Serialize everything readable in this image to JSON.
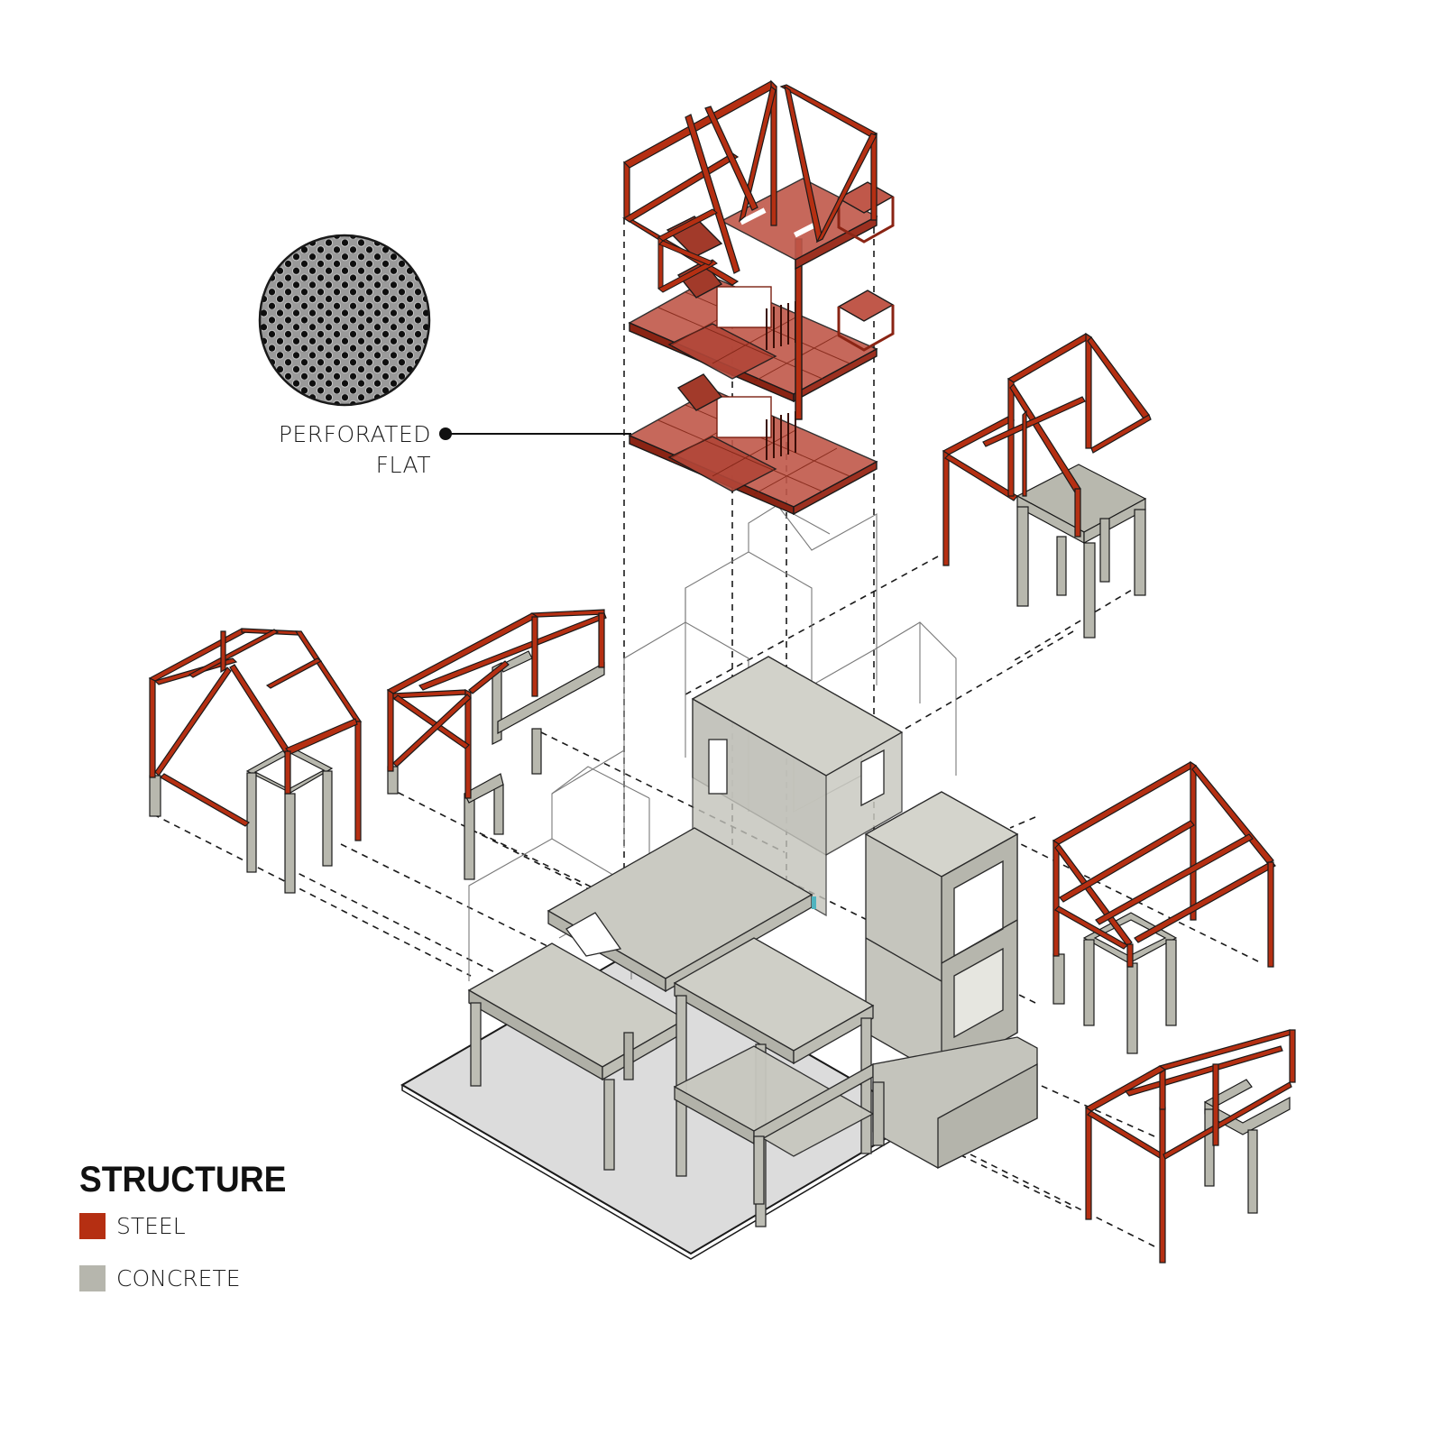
{
  "diagram": {
    "type": "exploded axonometric structural diagram",
    "colors": {
      "steel": "#b52f12",
      "steel_translucent": "#c0584a",
      "concrete": "#b8b8ae",
      "concrete_light": "#cfcfc7",
      "ground": "#dcdcdc",
      "outline": "#1a1a1a",
      "ghost_line": "#8a8a8a"
    },
    "components": [
      {
        "id": "stair-tower",
        "material": "steel",
        "description": "Steel stair tower with perforated flat landings and roof frame"
      },
      {
        "id": "gable-frame-left-1",
        "material": "steel+concrete"
      },
      {
        "id": "gable-frame-left-2",
        "material": "steel+concrete"
      },
      {
        "id": "gable-frame-right-top",
        "material": "steel+concrete"
      },
      {
        "id": "gable-frame-right-mid",
        "material": "steel+concrete"
      },
      {
        "id": "gable-frame-right-bottom",
        "material": "steel+concrete"
      },
      {
        "id": "concrete-core",
        "material": "concrete"
      },
      {
        "id": "ground-slab",
        "material": "concrete"
      }
    ]
  },
  "callout": {
    "line1": "PERFORATED",
    "line2": "FLAT",
    "swatch_icon": "perforated-metal-pattern"
  },
  "legend": {
    "title": "STRUCTURE",
    "items": [
      {
        "label": "STEEL",
        "color": "#b52f12"
      },
      {
        "label": "CONCRETE",
        "color": "#b6b6ad"
      }
    ]
  }
}
